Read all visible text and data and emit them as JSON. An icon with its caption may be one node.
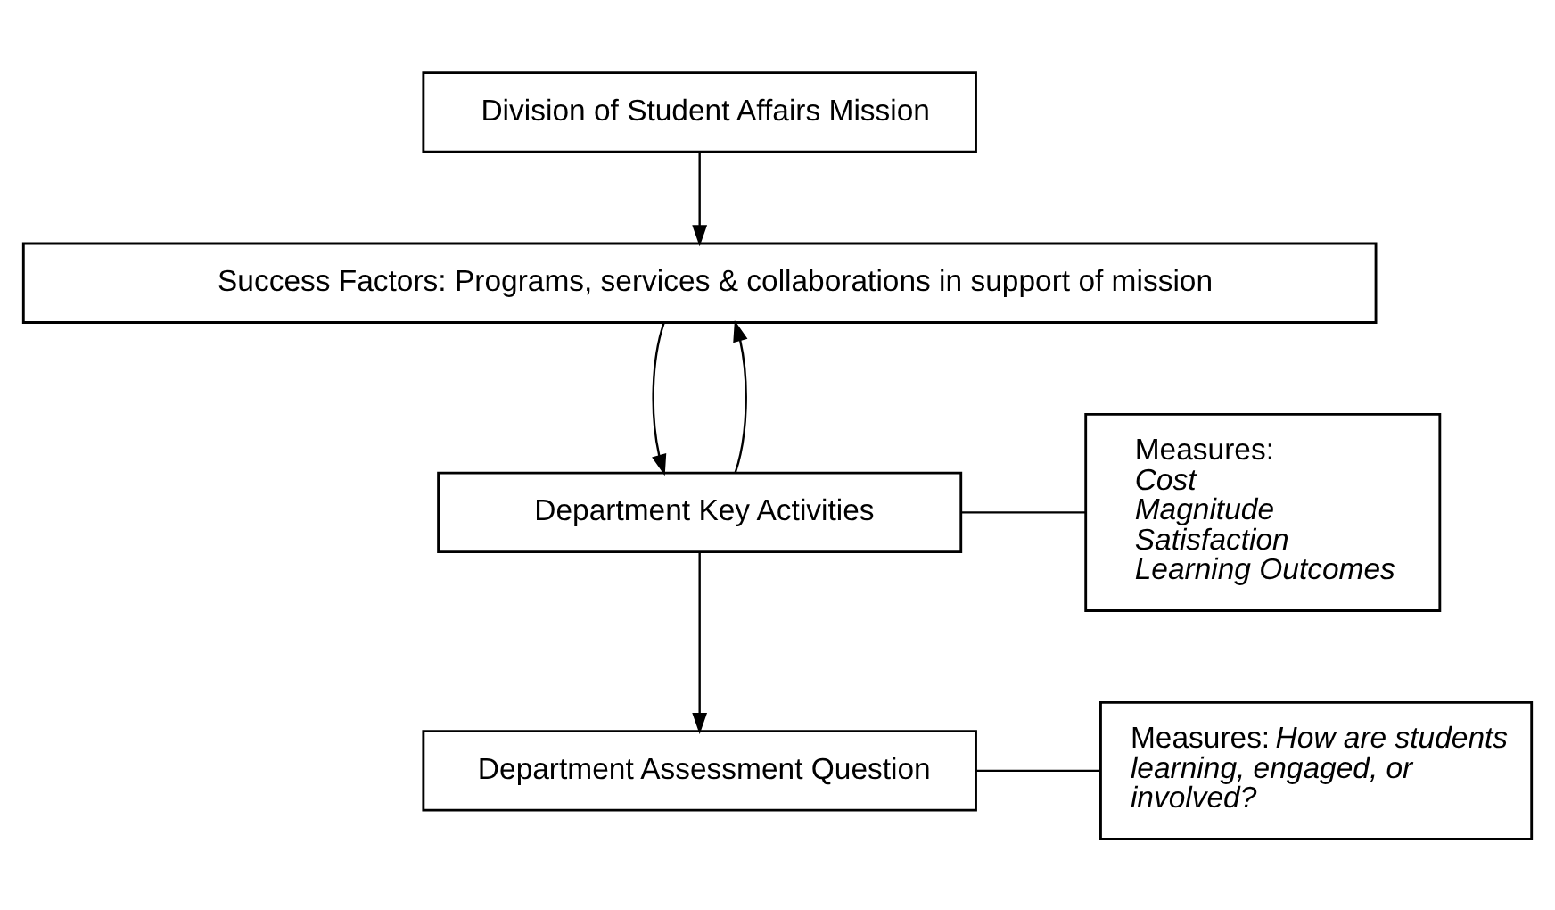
{
  "diagram": {
    "nodes": [
      {
        "text": [
          "Division of Student Affairs Mission"
        ]
      },
      {
        "text": [
          "Success Factors: Programs, services & collaborations in support of mission"
        ]
      },
      {
        "text": [
          "Department Key Activities"
        ]
      },
      {
        "text": [
          "Measures:",
          "Cost",
          "Magnitude",
          "Satisfaction",
          "Learning Outcomes"
        ]
      },
      {
        "text": [
          "Department Assessment Question"
        ]
      },
      {
        "text": [
          "Measures: *How are students learning, engaged, or involved?*"
        ]
      }
    ],
    "edges": [
      {
        "from": 0,
        "to": 1,
        "arrow": "to"
      },
      {
        "from": 1,
        "to": 2,
        "arrow": "to"
      },
      {
        "from": 2,
        "to": 1,
        "arrow": "to"
      },
      {
        "from": 2,
        "to": 3,
        "arrow": "none"
      },
      {
        "from": 2,
        "to": 4,
        "arrow": "to"
      },
      {
        "from": 4,
        "to": 5,
        "arrow": "none"
      }
    ]
  }
}
